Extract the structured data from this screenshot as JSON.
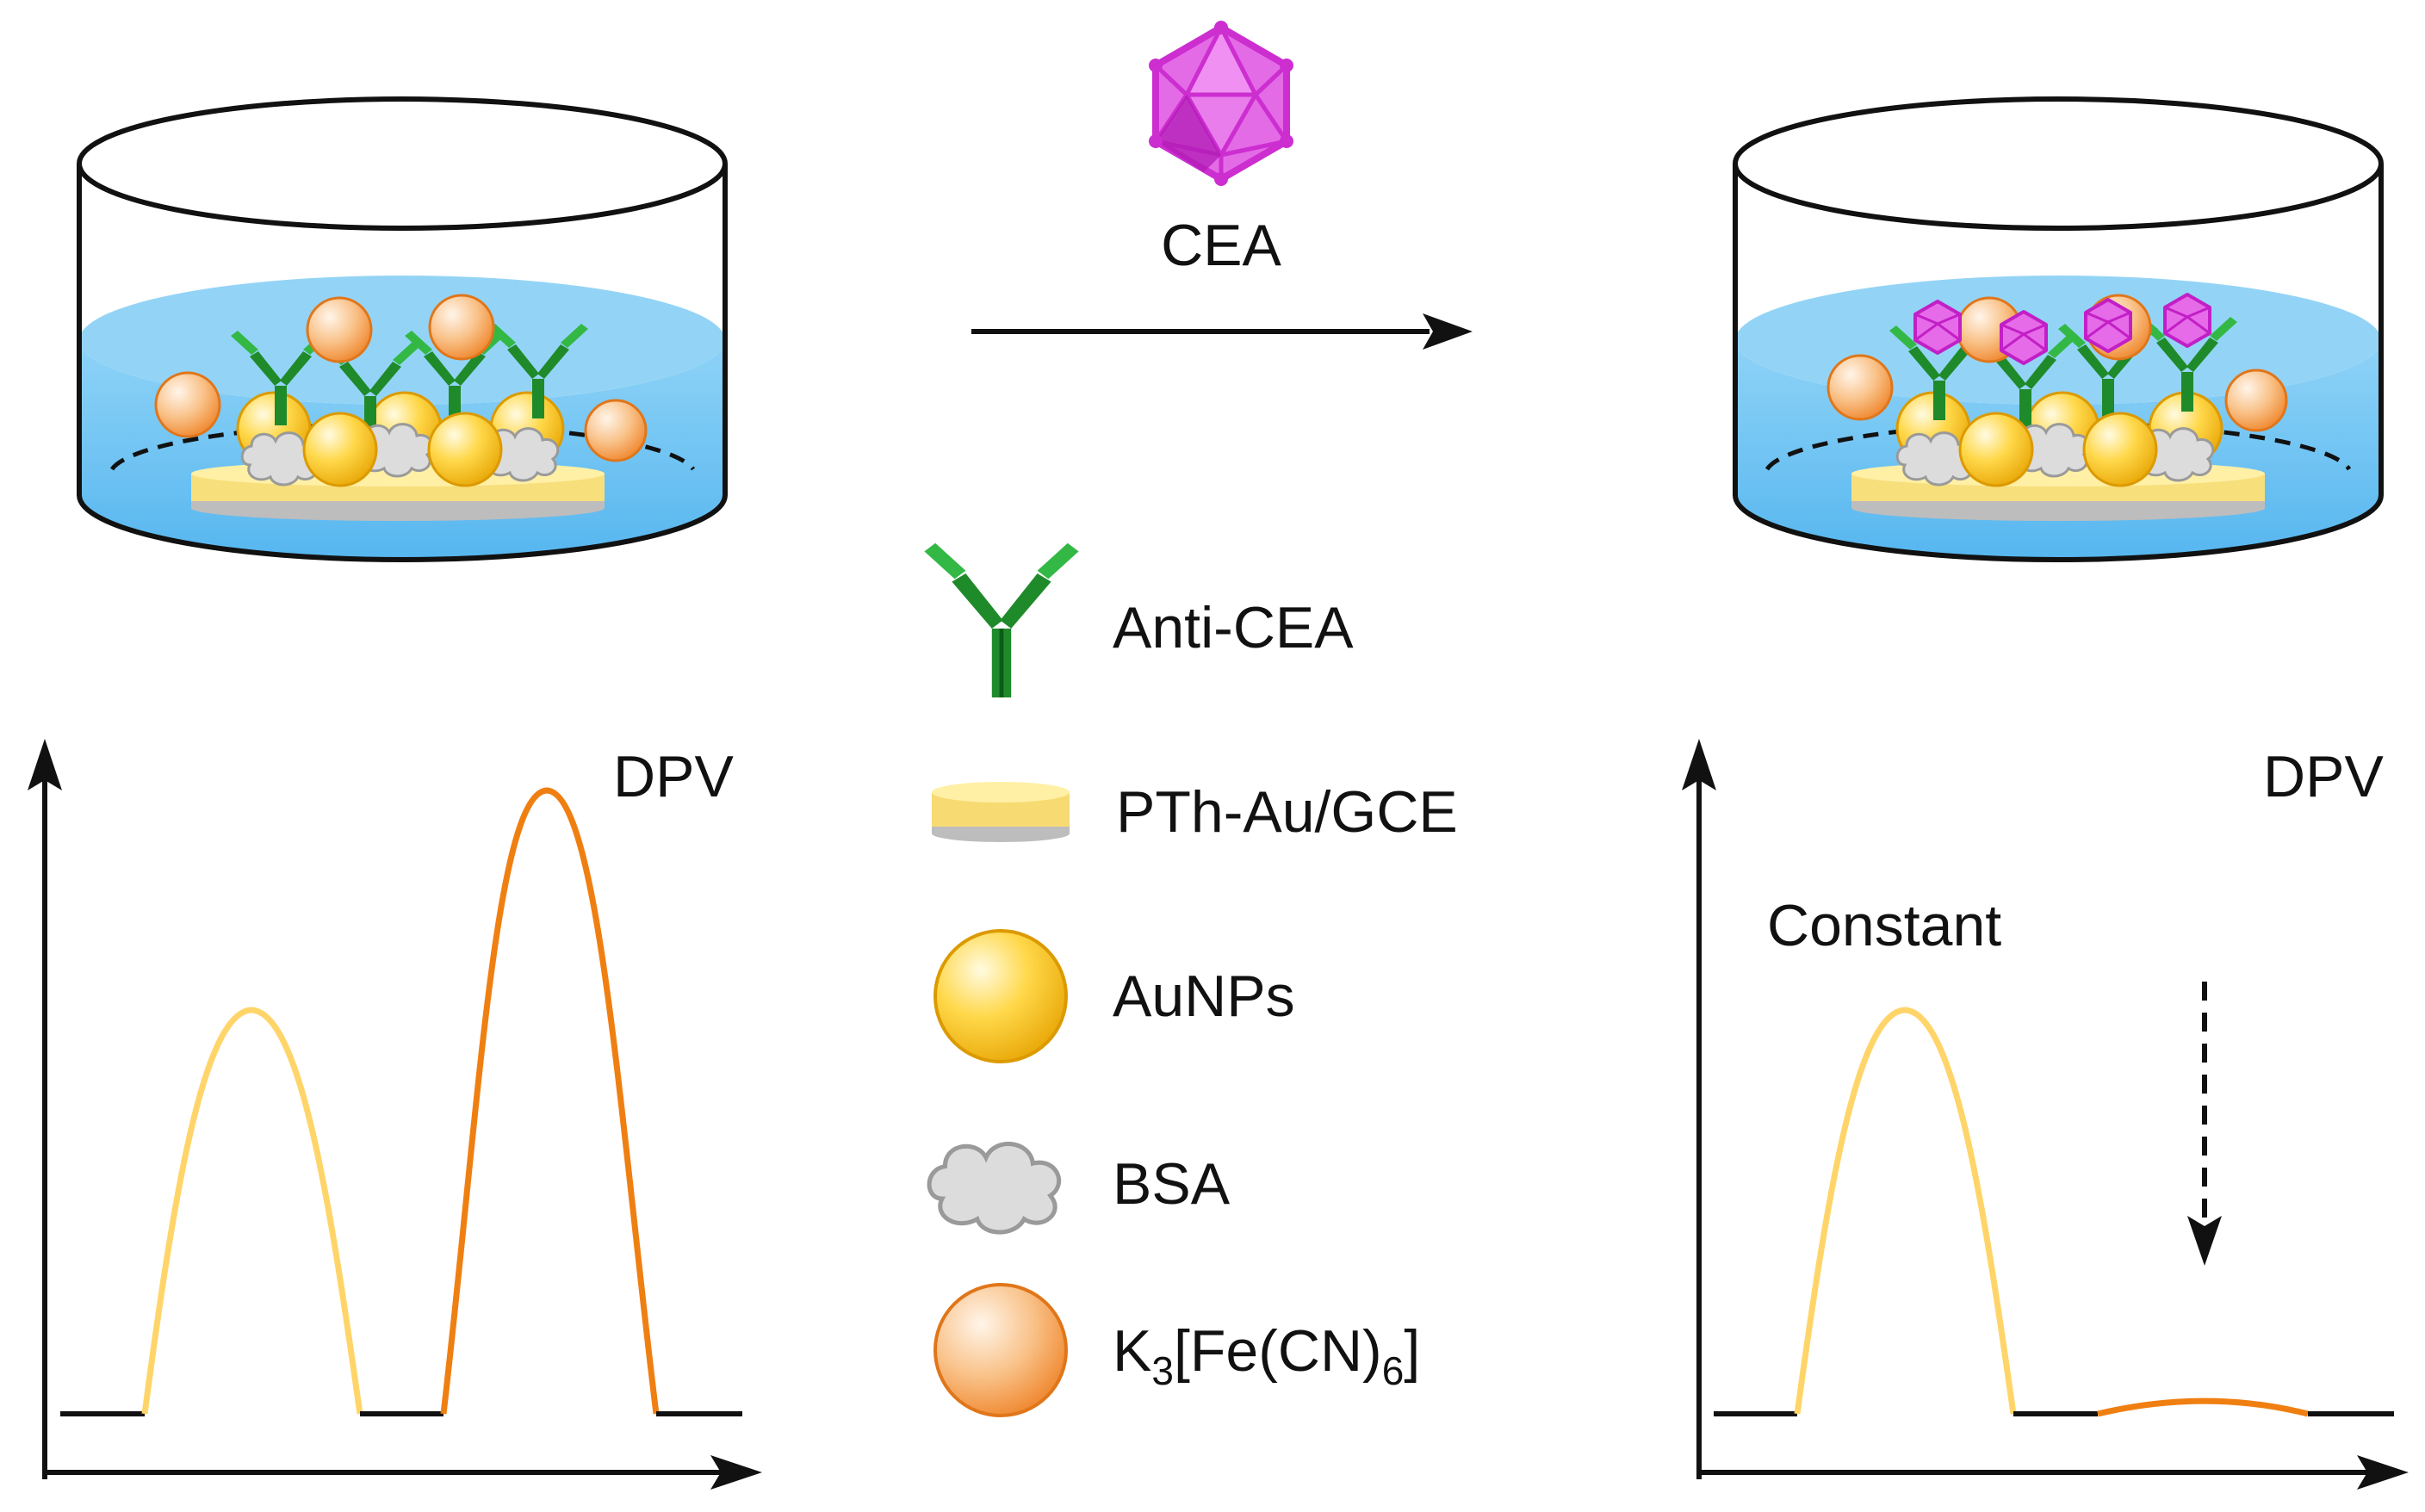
{
  "top": {
    "reagent_label": "CEA"
  },
  "legend": {
    "items": [
      {
        "label": "Anti-CEA",
        "icon": "antibody-icon"
      },
      {
        "label": "PTh-Au/GCE",
        "icon": "electrode-disc-icon"
      },
      {
        "label": "AuNPs",
        "icon": "gold-nanoparticle-icon"
      },
      {
        "label": "BSA",
        "icon": "bsa-cloud-icon"
      },
      {
        "label_main": "K",
        "label_sub1": "3",
        "label_mid": "[Fe(CN)",
        "label_sub2": "6",
        "label_end": "]",
        "icon": "ferricyanide-sphere-icon"
      }
    ]
  },
  "plots": {
    "left": {
      "title": "DPV"
    },
    "right": {
      "title": "DPV",
      "annotation": "Constant"
    }
  },
  "colors": {
    "solution_blue": "#6ec3f3",
    "antibody_green": "#1f8a2a",
    "gold": "#f2b41a",
    "ferricyanide_orange": "#f08a2c",
    "cea_magenta": "#d23ad6",
    "bsa_gray": "#cfcfcf",
    "curve_yellow": "#ffd56a",
    "curve_orange": "#f07f12"
  }
}
